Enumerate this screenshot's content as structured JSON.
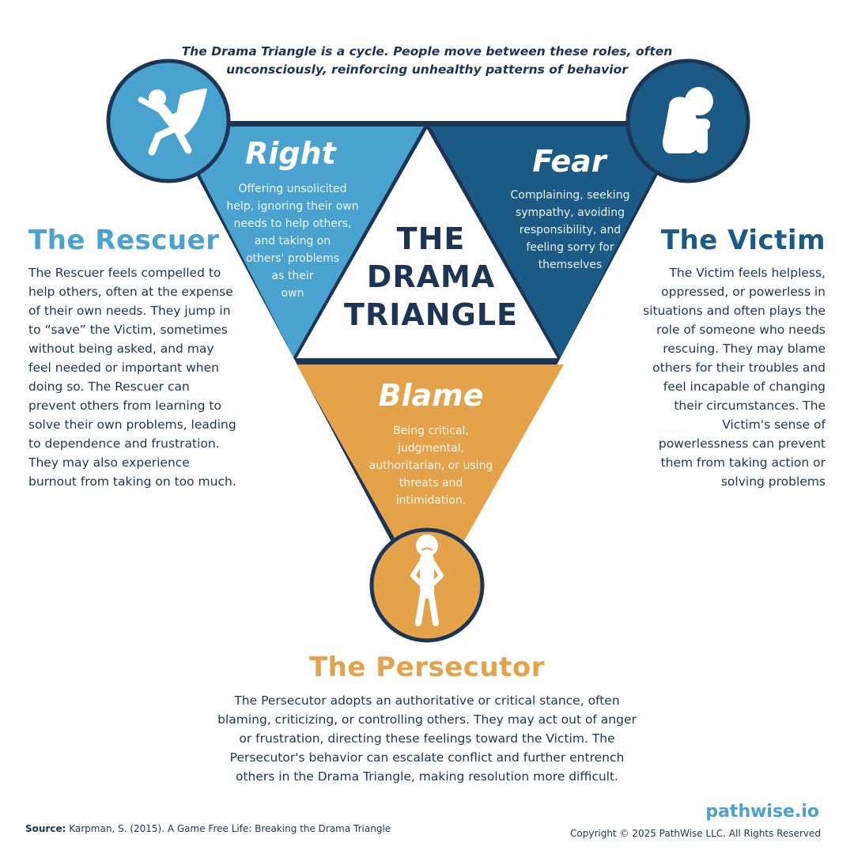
{
  "tagline": "The Drama Triangle is a cycle. People move between these roles, often unconsciously, reinforcing unhealthy patterns of behavior",
  "center_title": [
    "THE",
    "DRAMA",
    "TRIANGLE"
  ],
  "segments": {
    "right": {
      "title": "Right",
      "desc": [
        "Offering unsolicited",
        "help, ignoring their own",
        "needs to help others,",
        "and taking on",
        "others' problems",
        "as their",
        "own"
      ]
    },
    "fear": {
      "title": "Fear",
      "desc": [
        "Complaining, seeking",
        "sympathy, avoiding",
        "responsibility, and",
        "feeling sorry for",
        "themselves"
      ]
    },
    "blame": {
      "title": "Blame",
      "desc": [
        "Being critical,",
        "judgmental,",
        "authoritarian, or using",
        "threats and",
        "intimidation."
      ]
    }
  },
  "roles": {
    "rescuer": {
      "title": "The Rescuer",
      "desc": [
        "The Rescuer feels compelled to",
        "help others, often at the expense",
        "of their own needs. They jump in",
        "to “save” the Victim, sometimes",
        "without being asked, and may",
        "feel needed or important when",
        "doing so. The Rescuer can",
        "prevent others from learning to",
        "solve their own problems, leading",
        "to dependence and frustration.",
        "They may also experience",
        "burnout from taking on too much."
      ]
    },
    "victim": {
      "title": "The Victim",
      "desc": [
        "The Victim feels helpless,",
        "oppressed, or powerless in",
        "situations and often plays the",
        "role of someone who needs",
        "rescuing. They may blame",
        "others for their troubles and",
        "feel incapable of changing",
        "their circumstances. The",
        "Victim's sense of",
        "powerlessness can prevent",
        "them from taking action or",
        "solving problems"
      ]
    },
    "persecutor": {
      "title": "The Persecutor",
      "desc": [
        "The Persecutor adopts an authoritative or critical stance, often",
        "blaming, criticizing, or controlling others. They may act out of anger",
        "or frustration, directing these feelings toward the Victim. The",
        "Persecutor's behavior can escalate conflict and further entrench",
        "others in the Drama Triangle, making resolution more difficult."
      ]
    }
  },
  "icons": {
    "rescuer": "superhero-icon",
    "victim": "sitting-person-icon",
    "persecutor": "frowning-person-icon"
  },
  "colors": {
    "rescuer": "#4aa3cf",
    "victim": "#1a5a85",
    "persecutor": "#e4a24a",
    "navy": "#1c3555"
  },
  "footer": {
    "source_label": "Source:",
    "source_text": "Karpman, S. (2015). A Game Free Life: Breaking the Drama Triangle",
    "brand": "pathwise.io",
    "copyright": "Copyright © 2025 PathWise LLC. All Rights Reserved"
  }
}
